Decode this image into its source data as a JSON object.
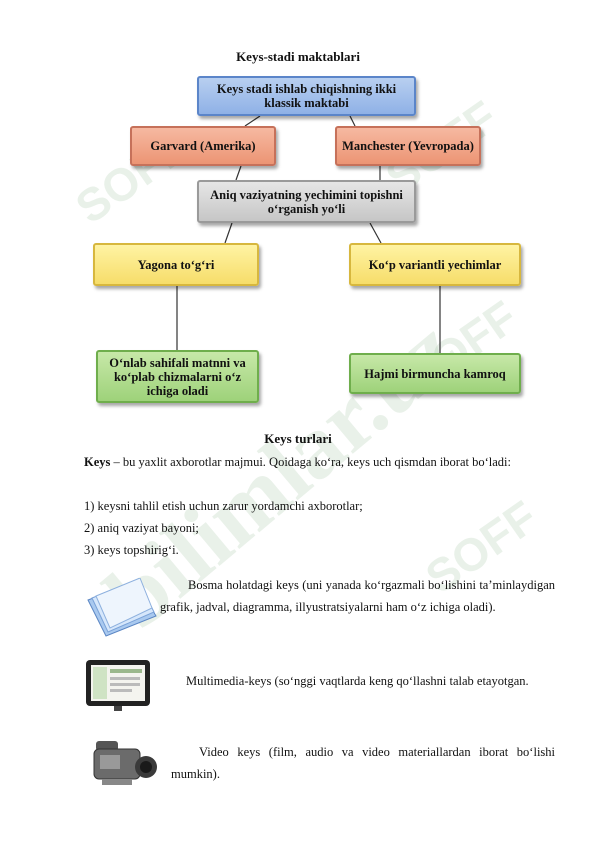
{
  "page_title": "Keys-stadi maktablari",
  "diagram": {
    "top": "Keys stadi ishlab chiqishning ikki klassik maktabi",
    "left_school": "Garvard (Amerika)",
    "right_school": "Manchester (Yevropada)",
    "middle": "Aniq vaziyatning yechimini topishni o‘rganish yo‘li",
    "left_answer": "Yagona to‘g‘ri",
    "right_answer": "Ko‘p variantli yechimlar",
    "left_detail": "O‘nlab sahifali matnni va ko‘plab chizmalarni o‘z ichiga oladi",
    "right_detail": "Hajmi birmuncha kamroq"
  },
  "section_title": "Keys turlari",
  "intro": {
    "term": "Keys",
    "text": " – bu yaxlit axborotlar majmui. Qoidaga ko‘ra, keys uch qismdan iborat bo‘ladi:"
  },
  "list": [
    "1) keysni tahlil etish uchun zarur yordamchi axborotlar;",
    "2) aniq vaziyat bayoni;",
    "3) keys topshirig‘i."
  ],
  "types": [
    {
      "icon": "printed-paper-icon",
      "text": "Bosma holatdagi keys (uni yanada ko‘rgazmali bo‘lishini ta’minlaydigan grafik, jadval, diagramma, illyustratsiyalarni ham o‘z ichiga oladi)."
    },
    {
      "icon": "monitor-icon",
      "text": "Multimedia-keys (so‘nggi vaqtlarda keng qo‘llashni talab etayotgan."
    },
    {
      "icon": "video-camera-icon",
      "text": "Video keys (film, audio va video materiallardan iborat bo‘lishi mumkin)."
    }
  ],
  "watermark": {
    "brand": "SOFF",
    "text": "bilimlar.uz",
    "color": "#78aa78"
  }
}
